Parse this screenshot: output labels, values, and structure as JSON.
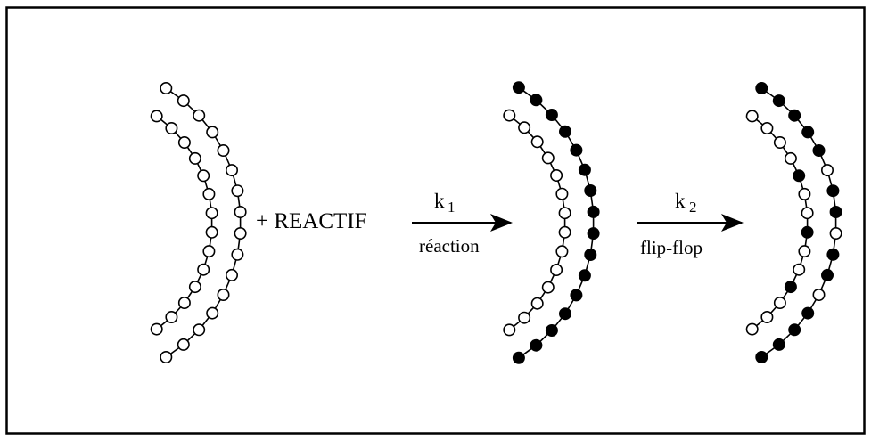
{
  "diagram": {
    "reagent_label": "+ REACTIF",
    "step1": {
      "rate_symbol": "k",
      "rate_subscript": "1",
      "process_label": "réaction"
    },
    "step2": {
      "rate_symbol": "k",
      "rate_subscript": "2",
      "process_label": "flip-flop"
    },
    "vesicles": [
      {
        "stage": "initial",
        "outer_leaflet": "unlabeled",
        "inner_leaflet": "unlabeled"
      },
      {
        "stage": "after-reaction",
        "outer_leaflet": "labeled",
        "inner_leaflet": "unlabeled"
      },
      {
        "stage": "after-flip-flop",
        "outer_leaflet": "mixed",
        "inner_leaflet": "mixed"
      }
    ],
    "colors": {
      "line": "#000000",
      "empty_head": "#ffffff",
      "filled_head": "#000000",
      "background": "#ffffff"
    }
  }
}
